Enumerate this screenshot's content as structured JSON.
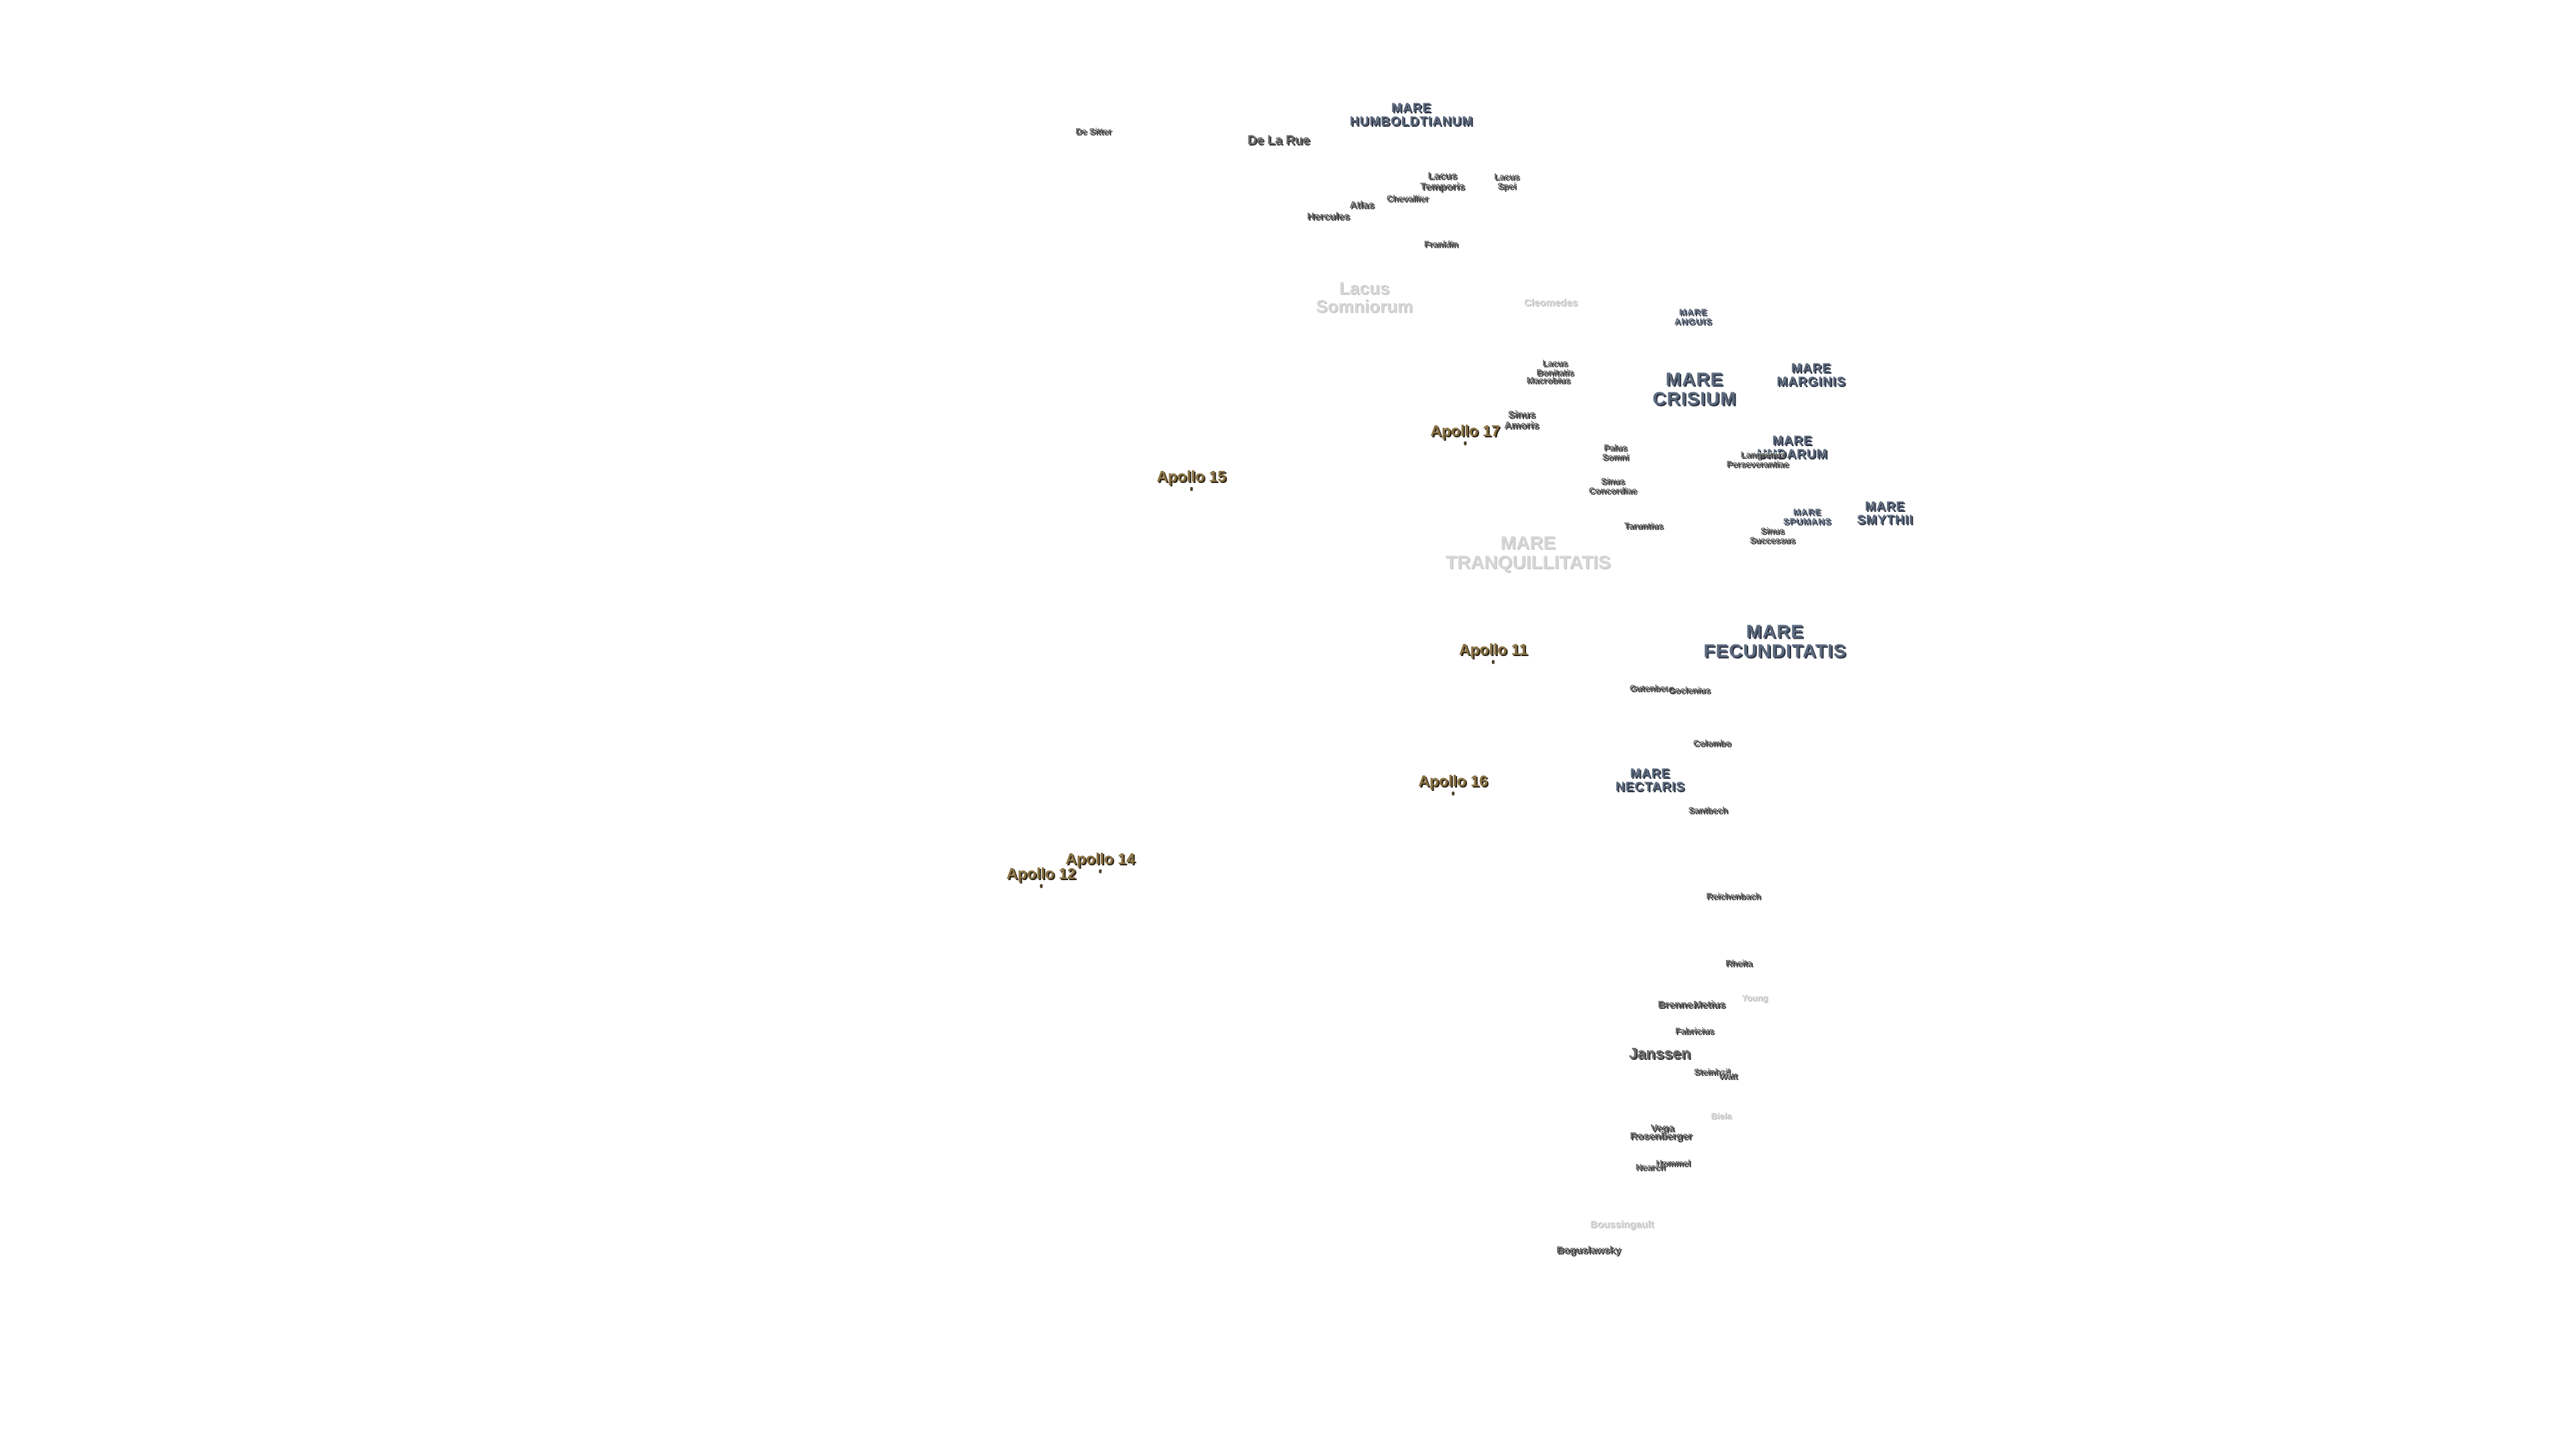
{
  "labels": [
    {
      "id": "mare-humboldtianum",
      "text": "MARE\nHUMBOLDTIANUM",
      "kind": "mare"
    },
    {
      "id": "de-sitter",
      "text": "De Sitter",
      "kind": "crater"
    },
    {
      "id": "de-la-rue",
      "text": "De La Rue",
      "kind": "crater"
    },
    {
      "id": "lacus-temporis",
      "text": "Lacus\nTemporis",
      "kind": "crater"
    },
    {
      "id": "lacus-spei",
      "text": "Lacus\nSpei",
      "kind": "crater"
    },
    {
      "id": "chevallier",
      "text": "Chevallier",
      "kind": "crater"
    },
    {
      "id": "atlas",
      "text": "Atlas",
      "kind": "crater"
    },
    {
      "id": "hercules",
      "text": "Hercules",
      "kind": "crater"
    },
    {
      "id": "franklin",
      "text": "Franklin",
      "kind": "crater"
    },
    {
      "id": "lacus-somniorum",
      "text": "Lacus\nSomniorum",
      "kind": "faint"
    },
    {
      "id": "cleomedes",
      "text": "Cleomedes",
      "kind": "faint"
    },
    {
      "id": "mare-anguis",
      "text": "MARE\nANGUIS",
      "kind": "mare"
    },
    {
      "id": "lacus-bonitatis",
      "text": "Lacus\nBonitatis",
      "kind": "crater"
    },
    {
      "id": "macrobius",
      "text": "Macrobius",
      "kind": "crater"
    },
    {
      "id": "mare-crisium",
      "text": "MARE\nCRISIUM",
      "kind": "mare"
    },
    {
      "id": "mare-marginis",
      "text": "MARE\nMARGINIS",
      "kind": "mare"
    },
    {
      "id": "sinus-amoris",
      "text": "Sinus\nAmoris",
      "kind": "crater"
    },
    {
      "id": "apollo-17",
      "text": "Apollo 17",
      "kind": "apollo"
    },
    {
      "id": "palus-somni",
      "text": "Palus\nSomni",
      "kind": "crater"
    },
    {
      "id": "mare-undarum",
      "text": "MARE\nUNDARUM",
      "kind": "mare"
    },
    {
      "id": "langrenus-upper",
      "text": "Langrenus",
      "kind": "crater"
    },
    {
      "id": "perseverantiae",
      "text": "Perseverantiae",
      "kind": "crater"
    },
    {
      "id": "apollo-15",
      "text": "Apollo 15",
      "kind": "apollo"
    },
    {
      "id": "sinus-concordiae",
      "text": "Sinus\nConcordiae",
      "kind": "crater"
    },
    {
      "id": "mare-spumans",
      "text": "MARE\nSPUMANS",
      "kind": "mare"
    },
    {
      "id": "mare-smythii",
      "text": "MARE\nSMYTHII",
      "kind": "mare"
    },
    {
      "id": "taruntius",
      "text": "Taruntius",
      "kind": "crater"
    },
    {
      "id": "sinus-successus",
      "text": "Sinus\nSuccessus",
      "kind": "crater"
    },
    {
      "id": "mare-tranquillitatis",
      "text": "MARE\nTRANQUILLITATIS",
      "kind": "faint"
    },
    {
      "id": "apollo-11",
      "text": "Apollo 11",
      "kind": "apollo"
    },
    {
      "id": "mare-fecunditatis",
      "text": "MARE\nFECUNDITATIS",
      "kind": "mare"
    },
    {
      "id": "gutenberg",
      "text": "Gutenberg",
      "kind": "crater"
    },
    {
      "id": "goclenius",
      "text": "Goclenius",
      "kind": "crater"
    },
    {
      "id": "colombo",
      "text": "Colombo",
      "kind": "crater"
    },
    {
      "id": "apollo-16",
      "text": "Apollo 16",
      "kind": "apollo"
    },
    {
      "id": "mare-nectaris",
      "text": "MARE\nNECTARIS",
      "kind": "mare"
    },
    {
      "id": "santbech",
      "text": "Santbech",
      "kind": "crater"
    },
    {
      "id": "apollo-14",
      "text": "Apollo 14",
      "kind": "apollo"
    },
    {
      "id": "apollo-12",
      "text": "Apollo 12",
      "kind": "apollo"
    },
    {
      "id": "reichenbach",
      "text": "Reichenbach",
      "kind": "crater"
    },
    {
      "id": "rheita",
      "text": "Rheita",
      "kind": "crater"
    },
    {
      "id": "young",
      "text": "Young",
      "kind": "faint"
    },
    {
      "id": "brenner",
      "text": "Brenner",
      "kind": "crater"
    },
    {
      "id": "metius",
      "text": "Metius",
      "kind": "crater"
    },
    {
      "id": "fabricius",
      "text": "Fabricius",
      "kind": "crater"
    },
    {
      "id": "janssen",
      "text": "Janssen",
      "kind": "crater"
    },
    {
      "id": "steinheil",
      "text": "Steinheil",
      "kind": "crater"
    },
    {
      "id": "watt",
      "text": "Watt",
      "kind": "crater"
    },
    {
      "id": "biela",
      "text": "Biela",
      "kind": "faint"
    },
    {
      "id": "vega",
      "text": "Vega",
      "kind": "crater"
    },
    {
      "id": "rosenberger",
      "text": "Rosenberger",
      "kind": "crater"
    },
    {
      "id": "hommel",
      "text": "Hommel",
      "kind": "crater"
    },
    {
      "id": "nearch",
      "text": "Nearch",
      "kind": "crater"
    },
    {
      "id": "boussingault",
      "text": "Boussingault",
      "kind": "faint"
    },
    {
      "id": "boguslawsky",
      "text": "Boguslawsky",
      "kind": "crater"
    }
  ]
}
